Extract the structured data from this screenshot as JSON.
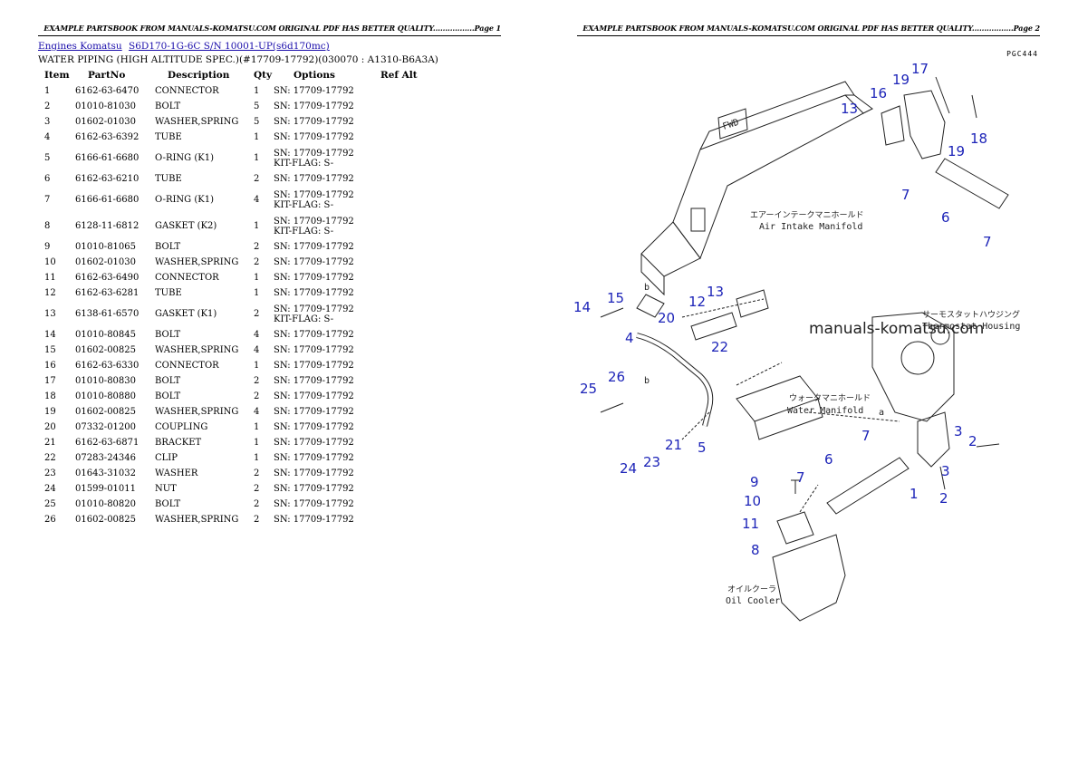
{
  "page1": {
    "header_text": "EXAMPLE PARTSBOOK FROM MANUALS-KOMATSU.COM ORIGINAL PDF HAS BETTER QUALITY.................Page 1",
    "breadcrumb": [
      "Engines Komatsu",
      "S6D170-1G-6C S/N 10001-UP(s6d170mc)"
    ],
    "subtitle": "WATER PIPING (HIGH ALTITUDE SPEC.)(#17709-17792)(030070 : A1310-B6A3A)",
    "columns": [
      "Item",
      "PartNo",
      "Description",
      "Qty",
      "Options",
      "Ref Alt"
    ],
    "rows": [
      {
        "item": "1",
        "part": "6162-63-6470",
        "desc": "CONNECTOR",
        "qty": "1",
        "options": [
          "SN: 17709-17792"
        ]
      },
      {
        "item": "2",
        "part": "01010-81030",
        "desc": "BOLT",
        "qty": "5",
        "options": [
          "SN: 17709-17792"
        ]
      },
      {
        "item": "3",
        "part": "01602-01030",
        "desc": "WASHER,SPRING",
        "qty": "5",
        "options": [
          "SN: 17709-17792"
        ]
      },
      {
        "item": "4",
        "part": "6162-63-6392",
        "desc": "TUBE",
        "qty": "1",
        "options": [
          "SN: 17709-17792"
        ]
      },
      {
        "item": "5",
        "part": "6166-61-6680",
        "desc": "O-RING (K1)",
        "qty": "1",
        "options": [
          "SN: 17709-17792",
          "KIT-FLAG: S-"
        ]
      },
      {
        "item": "6",
        "part": "6162-63-6210",
        "desc": "TUBE",
        "qty": "2",
        "options": [
          "SN: 17709-17792"
        ]
      },
      {
        "item": "7",
        "part": "6166-61-6680",
        "desc": "O-RING (K1)",
        "qty": "4",
        "options": [
          "SN: 17709-17792",
          "KIT-FLAG: S-"
        ]
      },
      {
        "item": "8",
        "part": "6128-11-6812",
        "desc": "GASKET (K2)",
        "qty": "1",
        "options": [
          "SN: 17709-17792",
          "KIT-FLAG: S-"
        ]
      },
      {
        "item": "9",
        "part": "01010-81065",
        "desc": "BOLT",
        "qty": "2",
        "options": [
          "SN: 17709-17792"
        ]
      },
      {
        "item": "10",
        "part": "01602-01030",
        "desc": "WASHER,SPRING",
        "qty": "2",
        "options": [
          "SN: 17709-17792"
        ]
      },
      {
        "item": "11",
        "part": "6162-63-6490",
        "desc": "CONNECTOR",
        "qty": "1",
        "options": [
          "SN: 17709-17792"
        ]
      },
      {
        "item": "12",
        "part": "6162-63-6281",
        "desc": "TUBE",
        "qty": "1",
        "options": [
          "SN: 17709-17792"
        ]
      },
      {
        "item": "13",
        "part": "6138-61-6570",
        "desc": "GASKET (K1)",
        "qty": "2",
        "options": [
          "SN: 17709-17792",
          "KIT-FLAG: S-"
        ]
      },
      {
        "item": "14",
        "part": "01010-80845",
        "desc": "BOLT",
        "qty": "4",
        "options": [
          "SN: 17709-17792"
        ]
      },
      {
        "item": "15",
        "part": "01602-00825",
        "desc": "WASHER,SPRING",
        "qty": "4",
        "options": [
          "SN: 17709-17792"
        ]
      },
      {
        "item": "16",
        "part": "6162-63-6330",
        "desc": "CONNECTOR",
        "qty": "1",
        "options": [
          "SN: 17709-17792"
        ]
      },
      {
        "item": "17",
        "part": "01010-80830",
        "desc": "BOLT",
        "qty": "2",
        "options": [
          "SN: 17709-17792"
        ]
      },
      {
        "item": "18",
        "part": "01010-80880",
        "desc": "BOLT",
        "qty": "2",
        "options": [
          "SN: 17709-17792"
        ]
      },
      {
        "item": "19",
        "part": "01602-00825",
        "desc": "WASHER,SPRING",
        "qty": "4",
        "options": [
          "SN: 17709-17792"
        ]
      },
      {
        "item": "20",
        "part": "07332-01200",
        "desc": "COUPLING",
        "qty": "1",
        "options": [
          "SN: 17709-17792"
        ]
      },
      {
        "item": "21",
        "part": "6162-63-6871",
        "desc": "BRACKET",
        "qty": "1",
        "options": [
          "SN: 17709-17792"
        ]
      },
      {
        "item": "22",
        "part": "07283-24346",
        "desc": "CLIP",
        "qty": "1",
        "options": [
          "SN: 17709-17792"
        ]
      },
      {
        "item": "23",
        "part": "01643-31032",
        "desc": "WASHER",
        "qty": "2",
        "options": [
          "SN: 17709-17792"
        ]
      },
      {
        "item": "24",
        "part": "01599-01011",
        "desc": "NUT",
        "qty": "2",
        "options": [
          "SN: 17709-17792"
        ]
      },
      {
        "item": "25",
        "part": "01010-80820",
        "desc": "BOLT",
        "qty": "2",
        "options": [
          "SN: 17709-17792"
        ]
      },
      {
        "item": "26",
        "part": "01602-00825",
        "desc": "WASHER,SPRING",
        "qty": "2",
        "options": [
          "SN: 17709-17792"
        ]
      }
    ]
  },
  "page2": {
    "header_text": "EXAMPLE PARTSBOOK FROM MANUALS-KOMATSU.COM ORIGINAL PDF HAS BETTER QUALITY.................Page 2",
    "figure_code": "PGC444",
    "watermark": "manuals-komatsu.com",
    "labels": {
      "air_jp": "エアーインテークマニホールド",
      "air_en": "Air Intake Manifold",
      "thermo_jp": "サーモスタットハウジング",
      "thermo_en": "Thermostat Housing",
      "water_jp": "ウォータマニホールド",
      "water_en": "Water Manifold",
      "oil_jp": "オイルクーラ",
      "oil_en": "Oil Cooler",
      "fwd": "FWD",
      "mark_a": "a",
      "mark_b": "b"
    },
    "callouts": [
      "17",
      "19",
      "16",
      "13",
      "18",
      "19",
      "7",
      "6",
      "7",
      "15",
      "13",
      "14",
      "12",
      "20",
      "4",
      "22",
      "25",
      "26",
      "21",
      "5",
      "23",
      "24",
      "7",
      "3",
      "2",
      "6",
      "7",
      "3",
      "2",
      "1",
      "9",
      "10",
      "11",
      "8"
    ]
  }
}
